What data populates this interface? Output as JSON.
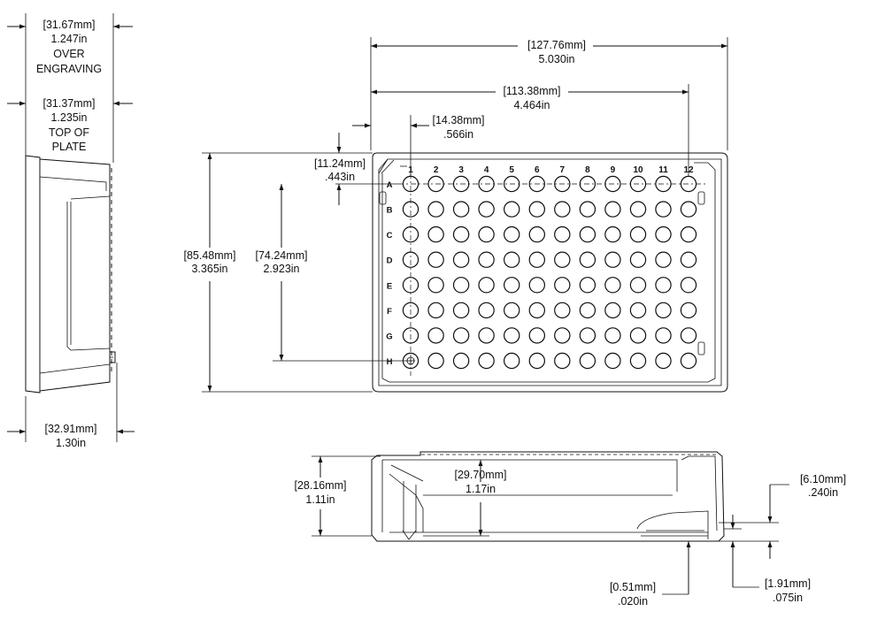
{
  "side_view": {
    "dim_engraving": {
      "mm": "[31.67mm]",
      "inch": "1.247in",
      "note1": "OVER",
      "note2": "ENGRAVING"
    },
    "dim_top_plate": {
      "mm": "[31.37mm]",
      "inch": "1.235in",
      "note1": "TOP OF",
      "note2": "PLATE"
    },
    "dim_bottom": {
      "mm": "[32.91mm]",
      "inch": "1.30in"
    }
  },
  "top_view": {
    "dim_width": {
      "mm": "[127.76mm]",
      "inch": "5.030in"
    },
    "dim_a1_a12": {
      "mm": "[113.38mm]",
      "inch": "4.464in"
    },
    "dim_a1_offset": {
      "mm": "[14.38mm]",
      "inch": ".566in"
    },
    "dim_a_row_offset": {
      "mm": "[11.24mm]",
      "inch": ".443in"
    },
    "dim_height": {
      "mm": "[85.48mm]",
      "inch": "3.365in"
    },
    "dim_a_h": {
      "mm": "[74.24mm]",
      "inch": "2.923in"
    },
    "columns": [
      "1",
      "2",
      "3",
      "4",
      "5",
      "6",
      "7",
      "8",
      "9",
      "10",
      "11",
      "12"
    ],
    "rows": [
      "A",
      "B",
      "C",
      "D",
      "E",
      "F",
      "G",
      "H"
    ]
  },
  "front_view": {
    "dim_overall_height": {
      "mm": "[28.16mm]",
      "inch": "1.11in"
    },
    "dim_well_depth": {
      "mm": "[29.70mm]",
      "inch": "1.17in"
    },
    "dim_skirt": {
      "mm": "[6.10mm]",
      "inch": ".240in"
    },
    "dim_well_bottom": {
      "mm": "[0.51mm]",
      "inch": ".020in"
    },
    "dim_foot": {
      "mm": "[1.91mm]",
      "inch": ".075in"
    }
  }
}
